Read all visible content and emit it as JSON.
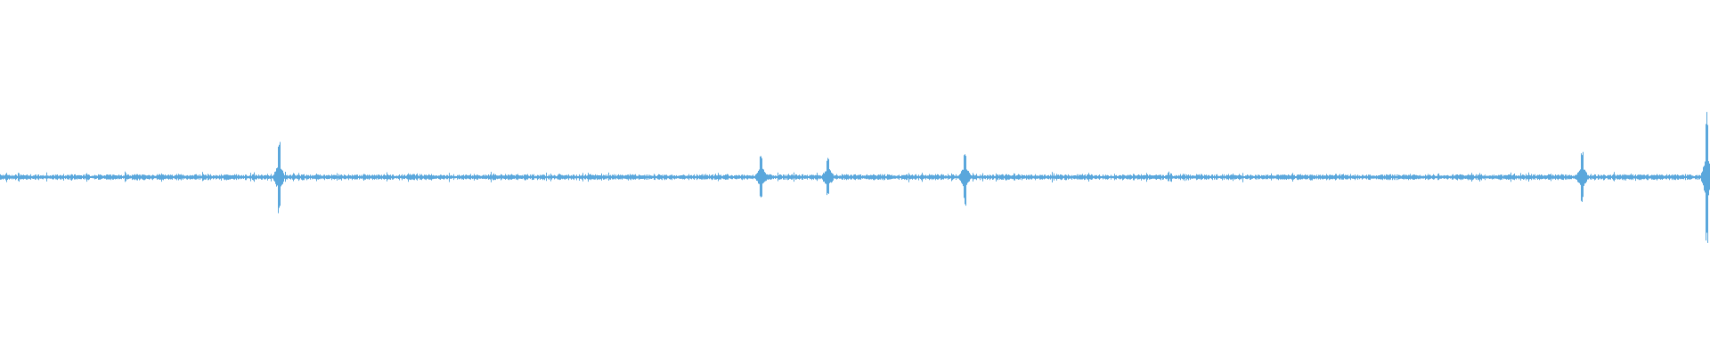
{
  "waveform": {
    "color": "#5aa7dc",
    "background": "#ffffff",
    "baseline_amplitude": 0.045,
    "transients": [
      {
        "position": 0.163,
        "amplitude": 0.5
      },
      {
        "position": 0.445,
        "amplitude": 0.3
      },
      {
        "position": 0.484,
        "amplitude": 0.28
      },
      {
        "position": 0.564,
        "amplitude": 0.4
      },
      {
        "position": 0.925,
        "amplitude": 0.38
      },
      {
        "position": 0.998,
        "amplitude": 1.0
      }
    ]
  }
}
